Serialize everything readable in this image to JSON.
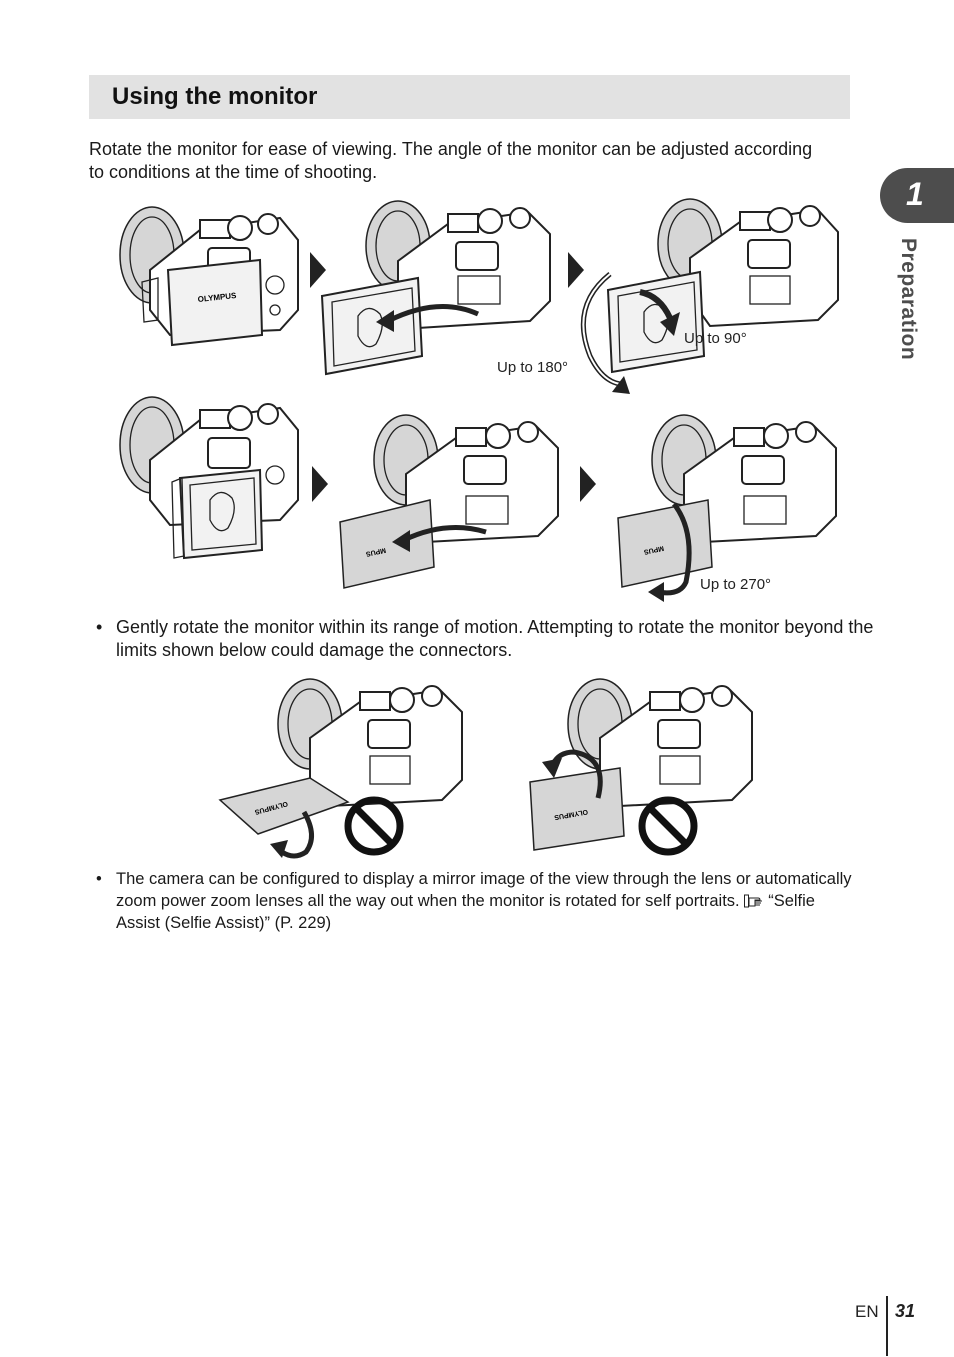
{
  "section": {
    "title": "Using the monitor",
    "intro": "Rotate the monitor for ease of viewing. The angle of the monitor can be adjusted according to conditions at the time of shooting."
  },
  "illustrations": {
    "brand_label": "OLYMPUS",
    "brand_label_cropped": "MPUS",
    "captions": {
      "up_to_180": "Up to 180°",
      "up_to_90": "Up to 90°",
      "up_to_270": "Up to 270°"
    }
  },
  "bullets": [
    {
      "marker": "•",
      "text": "Gently rotate the monitor within its range of motion. Attempting to rotate the monitor beyond the limits shown below could damage the connectors."
    },
    {
      "marker": "•",
      "text": "The camera can be configured to display a mirror image of the view through the lens or automatically zoom power zoom lenses all the way out when the monitor is rotated for self portraits.",
      "ref_icon": "reference-pointing-hand-icon",
      "ref_text": "“Selfie Assist (Selfie Assist)” (P. 229)"
    }
  ],
  "side_tab": {
    "chapter_number": "1",
    "chapter_label": "Preparation"
  },
  "footer": {
    "lang": "EN",
    "page_number": "31"
  },
  "colors": {
    "title_bar": "#e2e2e2",
    "side_tab": "#4d4d4d",
    "ink": "#222222"
  }
}
